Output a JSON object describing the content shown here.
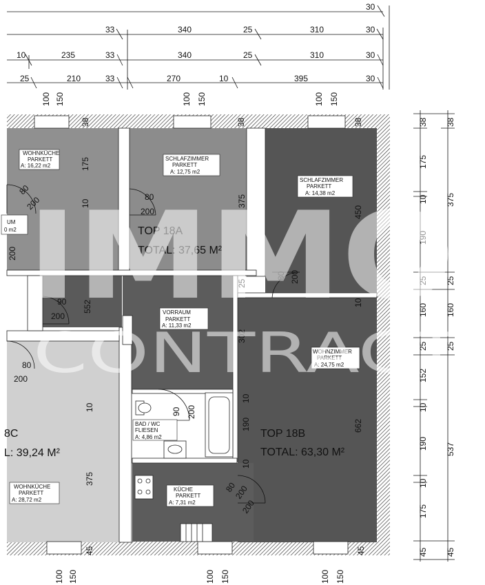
{
  "dimensions": {
    "row1": [
      "30"
    ],
    "row2": [
      "33",
      "340",
      "25",
      "310",
      "30"
    ],
    "row3": [
      "10",
      "235",
      "33",
      "340",
      "25",
      "310",
      "30"
    ],
    "row4": [
      "25",
      "210",
      "33",
      "270",
      "10",
      "395",
      "30"
    ],
    "window_top": [
      "100",
      "150",
      "100",
      "150",
      "100",
      "150"
    ],
    "window_bottom": [
      "100",
      "150",
      "100",
      "150",
      "100",
      "150"
    ],
    "right_inner": [
      "38",
      "175",
      "10",
      "190",
      "25",
      "160",
      "25",
      "152",
      "10",
      "190",
      "10",
      "175",
      "45"
    ],
    "right_outer": [
      "38",
      "375",
      "25",
      "160",
      "25",
      "537",
      "45"
    ],
    "interior": {
      "v175": "175",
      "v10": "10",
      "v38a": "38",
      "v38b": "38",
      "v38c": "38",
      "v375a": "375",
      "v450": "450",
      "v552": "552",
      "v302": "302",
      "v10b": "10",
      "v25": "25",
      "v10c": "10",
      "v190": "190",
      "v10d": "10",
      "v662": "662",
      "v375b": "375",
      "v10e": "10",
      "v45a": "45",
      "v45b": "45"
    },
    "doors": {
      "d1a": "80",
      "d1b": "200",
      "d2a": "80",
      "d2b": "200",
      "d3a": "80",
      "d3b": "200",
      "d4a": "90",
      "d4b": "200",
      "d5a": "80",
      "d5b": "200",
      "d6a": "90",
      "d6b": "200",
      "d7a": "80",
      "d7b": "200",
      "d8a": "200",
      "d8b": "200",
      "d9": "200"
    }
  },
  "rooms": [
    {
      "name": "WOHNKÜCHE",
      "floor": "PARKETT",
      "area": "A: 16,22 m2"
    },
    {
      "name": "SCHLAFZIMMER",
      "floor": "PARKETT",
      "area": "A: 12,75 m2"
    },
    {
      "name": "SCHLAFZIMMER",
      "floor": "PARKETT",
      "area": "A: 14,38 m2"
    },
    {
      "name": "VORRAUM",
      "floor": "PARKETT",
      "area": "A: 11,33 m2"
    },
    {
      "name": "WOHNZIMMER",
      "floor": "PARKETT",
      "area": "A: 24,75 m2"
    },
    {
      "name": "BAD / WC",
      "floor": "FLIESEN",
      "area": "A: 4,86 m2"
    },
    {
      "name": "KÜCHE",
      "floor": "PARKETT",
      "area": "A: 7,31 m2"
    },
    {
      "name": "WOHNKÜCHE",
      "floor": "PARKETT",
      "area": "A: 28,72 m2"
    }
  ],
  "partial_labels": {
    "um": "UM",
    "um_area": "0 m2"
  },
  "units": {
    "top18a": "TOP 18A",
    "top18a_total": "TOTAL: 37,65 M²",
    "top18b": "TOP 18B",
    "top18b_total": "TOTAL: 63,30 M²",
    "top18c": "8C",
    "top18c_total": "L: 39,24 M²"
  },
  "watermark": {
    "line1": "IMMO",
    "line2": "CONTRACT"
  }
}
